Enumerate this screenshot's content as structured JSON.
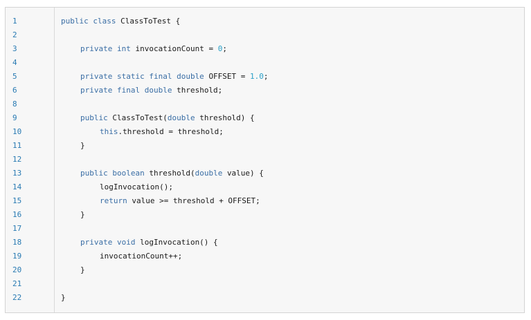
{
  "code": {
    "lines": [
      {
        "n": "1",
        "indent": 0,
        "tokens": [
          [
            "kw",
            "public class "
          ],
          [
            "txt",
            "ClassToTest {"
          ]
        ]
      },
      {
        "n": "2",
        "indent": 0,
        "tokens": []
      },
      {
        "n": "3",
        "indent": 1,
        "tokens": [
          [
            "kw",
            "private int "
          ],
          [
            "txt",
            "invocationCount = "
          ],
          [
            "num",
            "0"
          ],
          [
            "txt",
            ";"
          ]
        ]
      },
      {
        "n": "4",
        "indent": 0,
        "tokens": []
      },
      {
        "n": "5",
        "indent": 1,
        "tokens": [
          [
            "kw",
            "private static final double "
          ],
          [
            "txt",
            "OFFSET = "
          ],
          [
            "num",
            "1.0"
          ],
          [
            "txt",
            ";"
          ]
        ]
      },
      {
        "n": "6",
        "indent": 1,
        "tokens": [
          [
            "kw",
            "private final double "
          ],
          [
            "txt",
            "threshold;"
          ]
        ]
      },
      {
        "n": "8",
        "indent": 0,
        "tokens": []
      },
      {
        "n": "9",
        "indent": 1,
        "tokens": [
          [
            "kw",
            "public "
          ],
          [
            "txt",
            "ClassToTest("
          ],
          [
            "kw",
            "double "
          ],
          [
            "txt",
            "threshold) {"
          ]
        ]
      },
      {
        "n": "10",
        "indent": 2,
        "tokens": [
          [
            "kw",
            "this"
          ],
          [
            "txt",
            ".threshold = threshold;"
          ]
        ]
      },
      {
        "n": "11",
        "indent": 1,
        "tokens": [
          [
            "txt",
            "}"
          ]
        ]
      },
      {
        "n": "12",
        "indent": 0,
        "tokens": []
      },
      {
        "n": "13",
        "indent": 1,
        "tokens": [
          [
            "kw",
            "public boolean "
          ],
          [
            "txt",
            "threshold("
          ],
          [
            "kw",
            "double "
          ],
          [
            "txt",
            "value) {"
          ]
        ]
      },
      {
        "n": "14",
        "indent": 2,
        "tokens": [
          [
            "txt",
            "logInvocation();"
          ]
        ]
      },
      {
        "n": "15",
        "indent": 2,
        "tokens": [
          [
            "kw",
            "return "
          ],
          [
            "txt",
            "value >= threshold + OFFSET;"
          ]
        ]
      },
      {
        "n": "16",
        "indent": 1,
        "tokens": [
          [
            "txt",
            "}"
          ]
        ]
      },
      {
        "n": "17",
        "indent": 0,
        "tokens": []
      },
      {
        "n": "18",
        "indent": 1,
        "tokens": [
          [
            "kw",
            "private void "
          ],
          [
            "txt",
            "logInvocation() {"
          ]
        ]
      },
      {
        "n": "19",
        "indent": 2,
        "tokens": [
          [
            "txt",
            "invocationCount++;"
          ]
        ]
      },
      {
        "n": "20",
        "indent": 1,
        "tokens": [
          [
            "txt",
            "}"
          ]
        ]
      },
      {
        "n": "21",
        "indent": 0,
        "tokens": []
      },
      {
        "n": "22",
        "indent": 0,
        "tokens": [
          [
            "txt",
            "}"
          ]
        ]
      }
    ]
  },
  "colors": {
    "line_number": "#2a7bb3",
    "keyword": "#3a6ea5",
    "number": "#2aa0c8",
    "text": "#1a1a1a",
    "background": "#f7f7f7",
    "border": "#d3d3d3"
  }
}
